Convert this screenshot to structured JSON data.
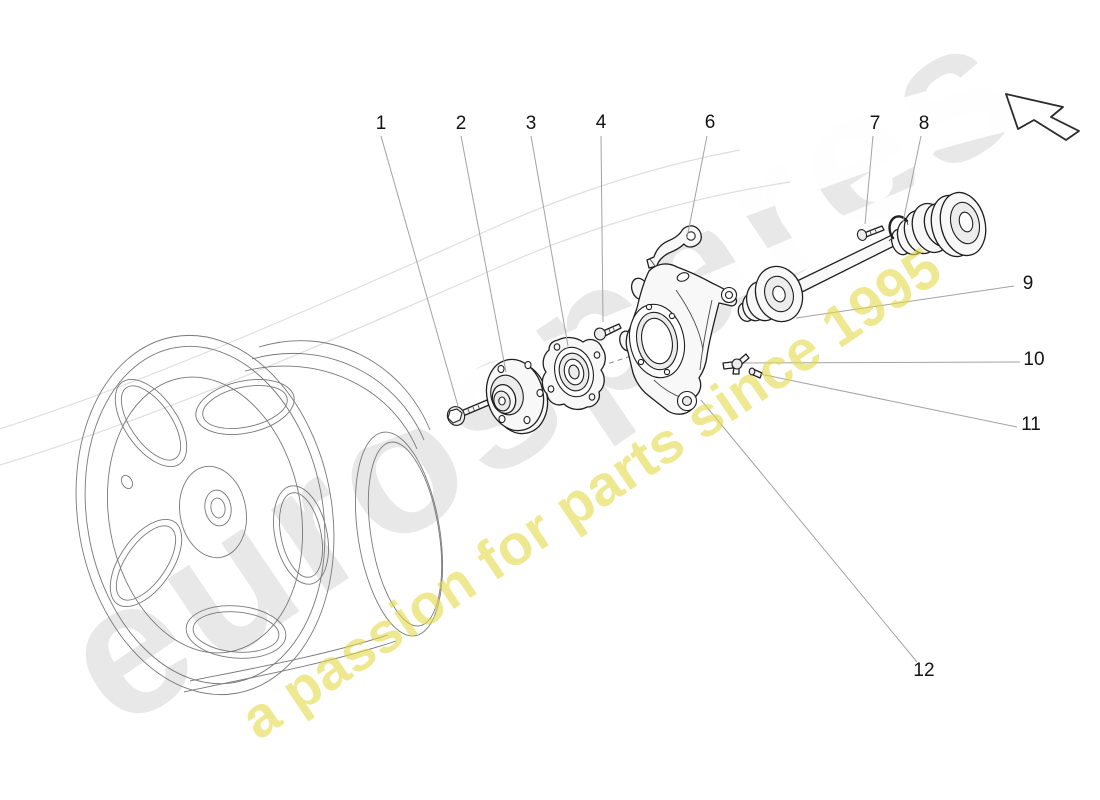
{
  "watermark": {
    "brand": "eurospares",
    "tagline": "a passion for parts since 1995",
    "brand_color": "#e8e8e8",
    "tagline_color": "#e2d946"
  },
  "callouts": [
    {
      "label": "1"
    },
    {
      "label": "2"
    },
    {
      "label": "3"
    },
    {
      "label": "4"
    },
    {
      "label": "6"
    },
    {
      "label": "7"
    },
    {
      "label": "8"
    },
    {
      "label": "9"
    },
    {
      "label": "10"
    },
    {
      "label": "11"
    },
    {
      "label": "12"
    }
  ],
  "icons": {
    "nav_arrow": "outline-arrow-up-left"
  },
  "colors": {
    "line_art": "#1f1f1f",
    "wheel_wireframe": "#787878",
    "leader_line": "#a3a3a3",
    "callout_text": "#141414",
    "background": "#ffffff"
  }
}
